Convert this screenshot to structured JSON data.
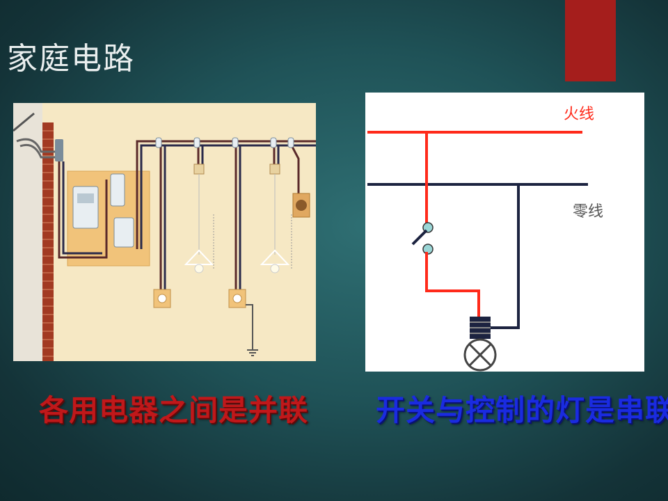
{
  "slide": {
    "title": "家庭电路",
    "caption_left": "各用电器之间是并联",
    "caption_right": "开关与控制的灯是串联"
  },
  "diagram": {
    "live_wire_label": "火线",
    "neutral_wire_label": "零线"
  },
  "colors": {
    "accent_red": "#a51e1c",
    "live_wire": "#ff2a1a",
    "neutral_wire": "#1c2340",
    "caption_left": "#c0181a",
    "caption_right": "#1a2be0"
  }
}
